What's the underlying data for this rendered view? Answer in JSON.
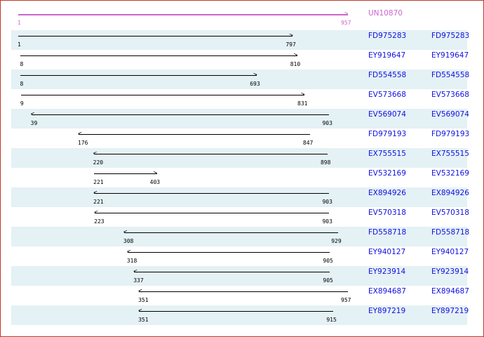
{
  "reference": {
    "id": "UN10870",
    "start": 1,
    "end": 957,
    "color": "#cc66cc"
  },
  "scale": {
    "min": 1,
    "max": 957
  },
  "alignments": [
    {
      "id": "FD975283",
      "start": 1,
      "end": 797,
      "strand": "+"
    },
    {
      "id": "EY919647",
      "start": 8,
      "end": 810,
      "strand": "+"
    },
    {
      "id": "FD554558",
      "start": 8,
      "end": 693,
      "strand": "+"
    },
    {
      "id": "EV573668",
      "start": 9,
      "end": 831,
      "strand": "+"
    },
    {
      "id": "EV569074",
      "start": 39,
      "end": 903,
      "strand": "-"
    },
    {
      "id": "FD979193",
      "start": 176,
      "end": 847,
      "strand": "-"
    },
    {
      "id": "EX755515",
      "start": 220,
      "end": 898,
      "strand": "-"
    },
    {
      "id": "EV532169",
      "start": 221,
      "end": 403,
      "strand": "+"
    },
    {
      "id": "EX894926",
      "start": 221,
      "end": 903,
      "strand": "-"
    },
    {
      "id": "EV570318",
      "start": 223,
      "end": 903,
      "strand": "-"
    },
    {
      "id": "FD558718",
      "start": 308,
      "end": 929,
      "strand": "-"
    },
    {
      "id": "EY940127",
      "start": 318,
      "end": 905,
      "strand": "-"
    },
    {
      "id": "EY923914",
      "start": 337,
      "end": 905,
      "strand": "-"
    },
    {
      "id": "EX894687",
      "start": 351,
      "end": 957,
      "strand": "-"
    },
    {
      "id": "EY897219",
      "start": 351,
      "end": 915,
      "strand": "-"
    }
  ]
}
